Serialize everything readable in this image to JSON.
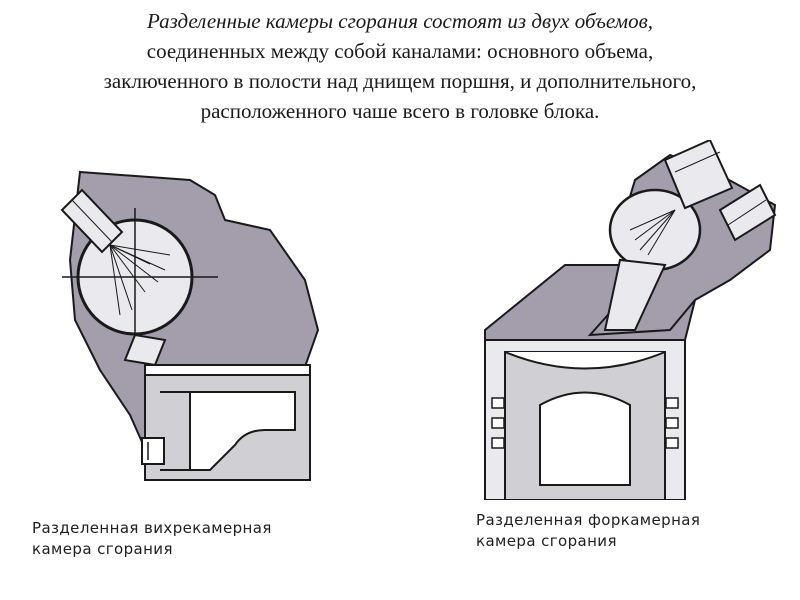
{
  "slide": {
    "intro_italic": "Разделенные камеры сгорания состоят из двух объемов,",
    "line2": "соединенных между собой каналами: основного объема,",
    "line3": "заключенного в полости над днищем поршня, и дополнительного,",
    "line4": "расположенного чаше всего в головке блока."
  },
  "figures": {
    "left": {
      "caption_line1": "Разделенная вихрекамерная",
      "caption_line2": "камера сгорания"
    },
    "right": {
      "caption_line1": "Разделенная форкамерная",
      "caption_line2": "камера сгорания"
    }
  },
  "colors": {
    "casting": "#a39dac",
    "casting_dark": "#7e7888",
    "chamber": "#e9e9ee",
    "piston": "#cfcfd4",
    "outline": "#1a1a1a"
  }
}
